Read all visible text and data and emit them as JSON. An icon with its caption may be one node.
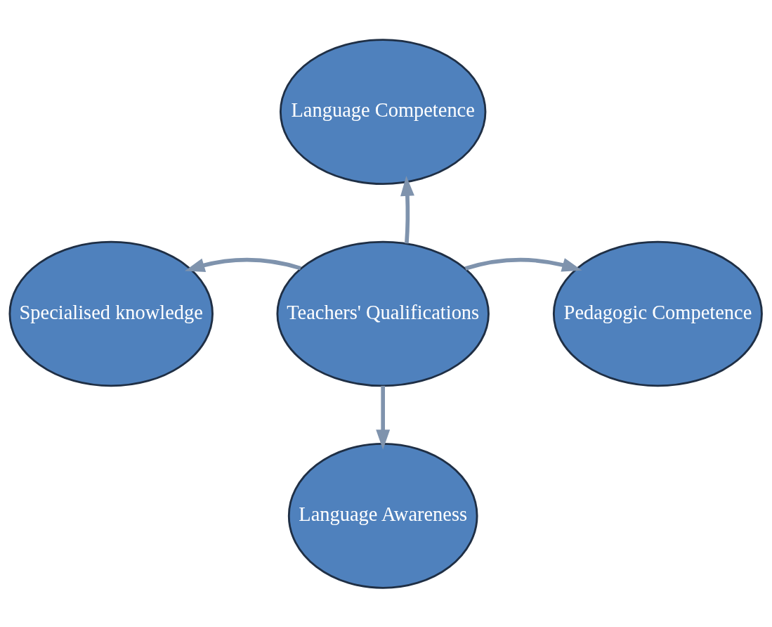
{
  "diagram": {
    "nodes": [
      {
        "text": [
          "Language Competence"
        ]
      },
      {
        "text": [
          "Specialised knowledge"
        ]
      },
      {
        "text": [
          "Teachers' Qualifications"
        ]
      },
      {
        "text": [
          "Pedagogic Competence"
        ]
      },
      {
        "text": [
          "Language Awareness"
        ]
      }
    ],
    "edges": [
      {
        "from": 2,
        "to": 0,
        "arrow": "to"
      },
      {
        "from": 2,
        "to": 1,
        "arrow": "to"
      },
      {
        "from": 2,
        "to": 3,
        "arrow": "to"
      },
      {
        "from": 2,
        "to": 4,
        "arrow": "to"
      }
    ]
  }
}
